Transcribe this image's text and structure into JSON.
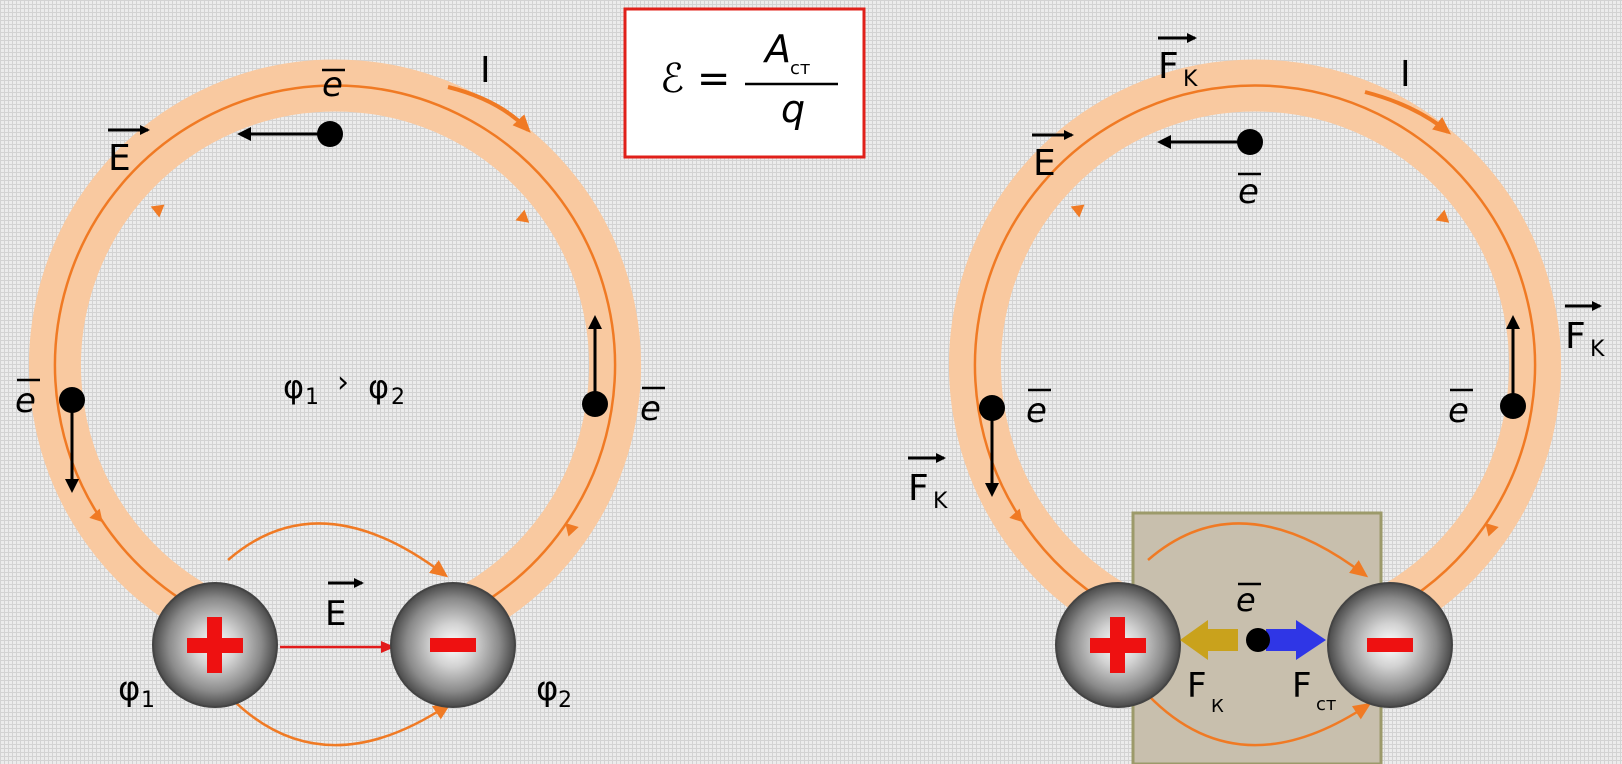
{
  "formula": {
    "lhs": "ℰ =",
    "numerator_main": "A",
    "numerator_sub": "ст",
    "denominator": "q"
  },
  "left_circuit": {
    "current_label": "I",
    "field_label_top": "E",
    "field_label_inner": "E",
    "electron_top": "e",
    "electron_left": "e",
    "electron_right": "e",
    "potential_relation": {
      "phi": "φ",
      "left_index": "1",
      "relation": "›",
      "right_index": "2"
    },
    "phi1": {
      "symbol": "φ",
      "index": "1"
    },
    "phi2": {
      "symbol": "φ",
      "index": "2"
    },
    "plus_sign": "+",
    "minus_sign": "-"
  },
  "right_circuit": {
    "current_label": "I",
    "field_label": "E",
    "force_top": {
      "symbol": "F",
      "sub": "K"
    },
    "force_right": {
      "symbol": "F",
      "sub": "K"
    },
    "force_left": {
      "symbol": "F",
      "sub": "K"
    },
    "electron_top": "e",
    "electron_left": "e",
    "electron_right": "e",
    "electron_source": "e",
    "force_source_k": {
      "symbol": "F",
      "sub": "К"
    },
    "force_source_ext": {
      "symbol": "F",
      "sub": "ст"
    },
    "plus_sign": "+",
    "minus_sign": "-"
  },
  "colors": {
    "ring": "#f9c9a0",
    "orange": "#f07a24",
    "red": "#ee1111",
    "box": "#c8bfad",
    "box_border": "#9c9a6a",
    "gold": "#c9a21c",
    "blue": "#2f36e6"
  }
}
